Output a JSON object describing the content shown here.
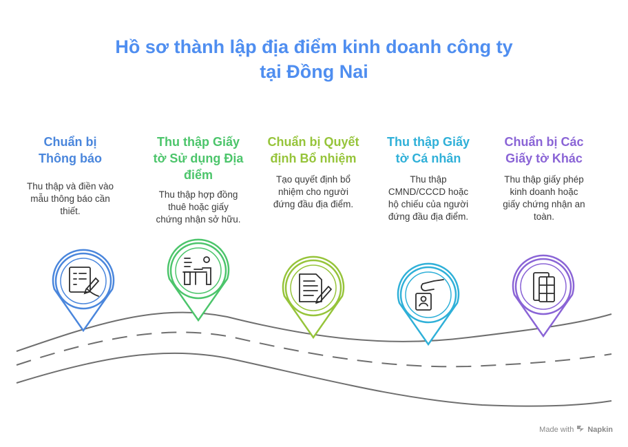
{
  "title": {
    "line1": "Hồ sơ thành lập địa điểm kinh doanh công ty",
    "line2": "tại Đồng Nai"
  },
  "colors": {
    "title": "#4f8ef0",
    "step1": "#4a86dc",
    "step2": "#4cc56b",
    "step3": "#96c43a",
    "step4": "#2fb0d8",
    "step5": "#8a64d6",
    "road": "#6e6e6e"
  },
  "steps": [
    {
      "title": [
        "Chuẩn bị",
        "Thông báo"
      ],
      "desc": [
        "Thu thập và điền vào",
        "mẫu thông báo cần",
        "thiết."
      ],
      "icon": "form-pen-icon"
    },
    {
      "title": [
        "Thu thập Giấy",
        "tờ Sử dụng Địa",
        "điểm"
      ],
      "desc": [
        "Thu thập hợp đồng",
        "thuê hoặc giấy",
        "chứng nhận sở hữu."
      ],
      "icon": "desk-worker-icon"
    },
    {
      "title": [
        "Chuẩn bị Quyết",
        "định Bổ nhiệm"
      ],
      "desc": [
        "Tạo quyết định bổ",
        "nhiệm cho người",
        "đứng đầu địa điểm."
      ],
      "icon": "document-pencil-icon"
    },
    {
      "title": [
        "Thu thập Giấy",
        "tờ Cá nhân"
      ],
      "desc": [
        "Thu thập",
        "CMND/CCCD hoặc",
        "hộ chiếu của người",
        "đứng đầu địa điểm."
      ],
      "icon": "id-card-hand-icon"
    },
    {
      "title": [
        "Chuẩn bị Các",
        "Giấy tờ Khác"
      ],
      "desc": [
        "Thu thập giấy phép",
        "kinh doanh hoặc",
        "giấy chứng nhận an",
        "toàn."
      ],
      "icon": "stacked-papers-icon"
    }
  ],
  "footer": {
    "made_with": "Made with",
    "brand": "Napkin"
  }
}
